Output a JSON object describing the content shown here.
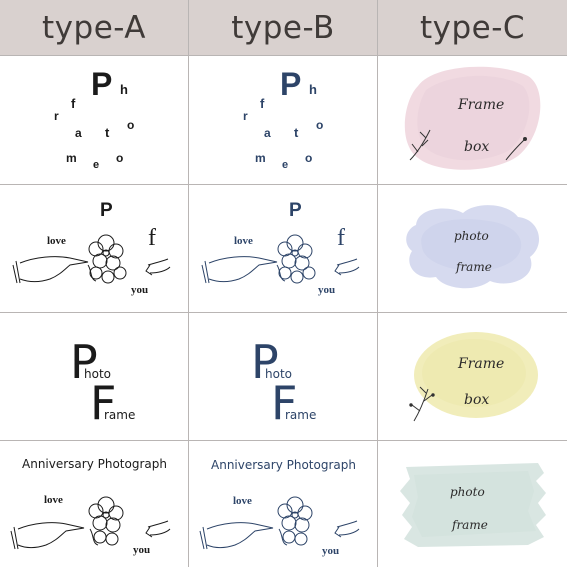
{
  "headers": [
    "type-A",
    "type-B",
    "type-C"
  ],
  "colors": {
    "header_bg": "#d9d1cf",
    "ink_black": "#1b1b1b",
    "ink_navy": "#2d4468",
    "pink_wash": "#f0d6de",
    "lavender_wash": "#d4d8ee",
    "yellow_wash": "#f0ecb6",
    "mint_wash": "#d7e5e0"
  },
  "rows": {
    "r1": {
      "scatter_letters": [
        "P",
        "h",
        "f",
        "r",
        "a",
        "t",
        "o",
        "m",
        "e",
        "o"
      ],
      "typeC_words": [
        "Frame",
        "box"
      ]
    },
    "r2": {
      "big_letters": [
        "P",
        "f"
      ],
      "love": "love",
      "you": "you",
      "typeC_words": [
        "photo",
        "frame"
      ]
    },
    "r3": {
      "photo": "Photo",
      "frame": "Frame",
      "typeC_words": [
        "Frame",
        "box"
      ]
    },
    "r4": {
      "title": "Anniversary Photograph",
      "love": "love",
      "you": "you",
      "typeC_words": [
        "photo",
        "frame"
      ]
    }
  }
}
